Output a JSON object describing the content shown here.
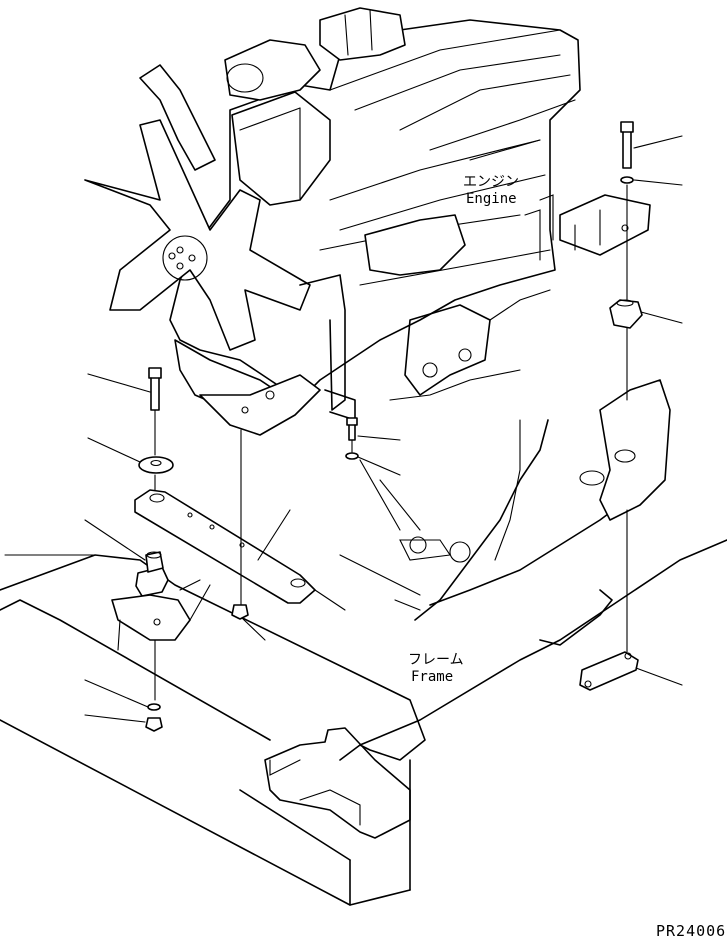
{
  "labels": {
    "engine_jp": "エンジン",
    "engine_en": "Engine",
    "frame_jp": "フレーム",
    "frame_en": "Frame"
  },
  "drawing_code": "PR24006"
}
